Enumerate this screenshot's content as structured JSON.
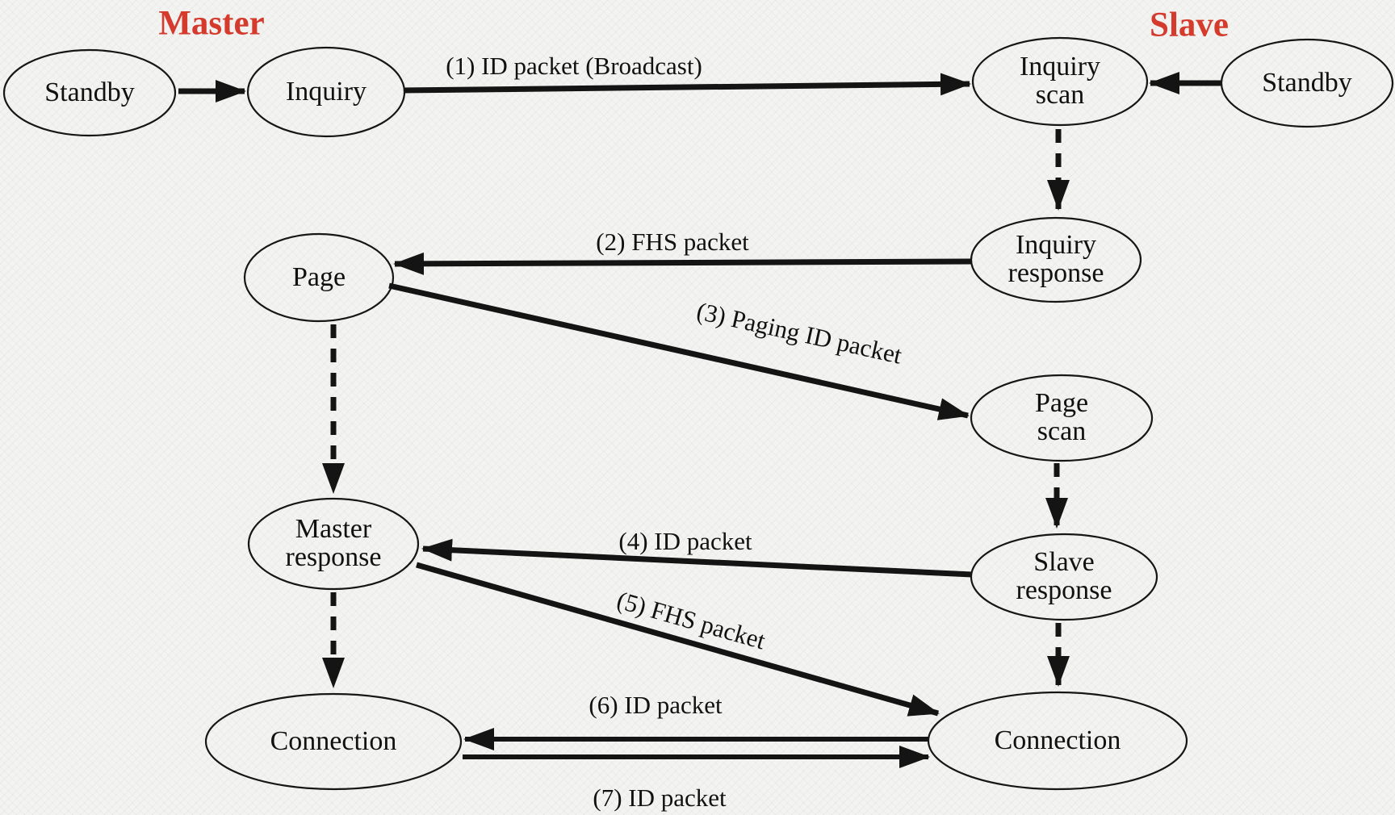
{
  "diagram": {
    "titles": {
      "master": "Master",
      "slave": "Slave",
      "color": "#d43b2c"
    },
    "nodes": {
      "standby_left": {
        "label": "Standby"
      },
      "inquiry": {
        "label": "Inquiry"
      },
      "inquiry_scan": {
        "label": "Inquiry\nscan"
      },
      "standby_right": {
        "label": "Standby"
      },
      "inquiry_response": {
        "label": "Inquiry\nresponse"
      },
      "page": {
        "label": "Page"
      },
      "page_scan": {
        "label": "Page\nscan"
      },
      "master_response": {
        "label": "Master\nresponse"
      },
      "slave_response": {
        "label": "Slave\nresponse"
      },
      "connection_left": {
        "label": "Connection"
      },
      "connection_right": {
        "label": "Connection"
      }
    },
    "messages": {
      "m1": {
        "label": "(1) ID packet (Broadcast)"
      },
      "m2": {
        "label": "(2) FHS packet"
      },
      "m3": {
        "label": "(3) Paging ID packet"
      },
      "m4": {
        "label": "(4) ID packet"
      },
      "m5": {
        "label": "(5) FHS packet"
      },
      "m6": {
        "label": "(6) ID packet"
      },
      "m7": {
        "label": "(7) ID packet"
      }
    }
  }
}
